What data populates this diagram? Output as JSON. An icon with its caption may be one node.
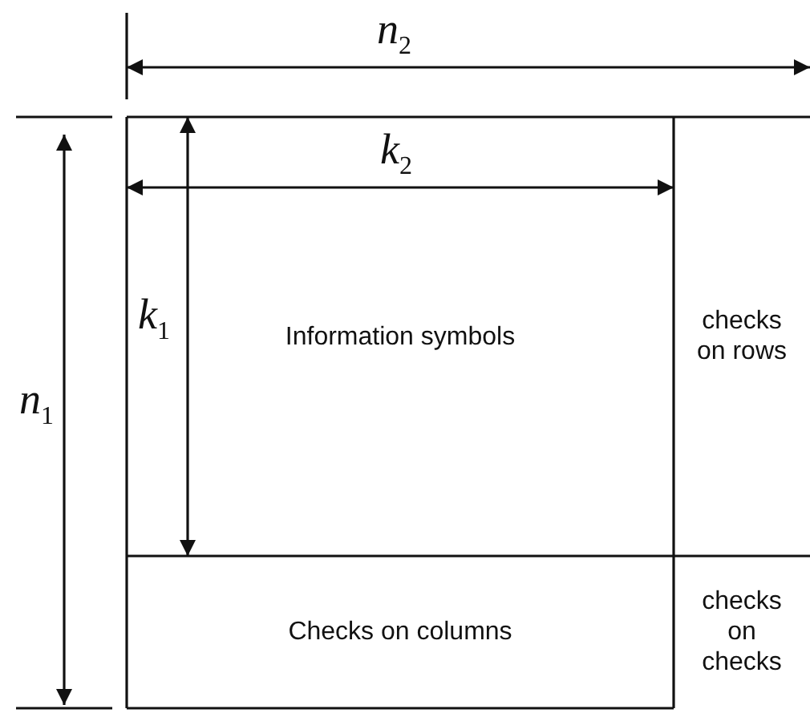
{
  "diagram": {
    "nodes": [
      {
        "text": [
          "Information symbols"
        ]
      },
      {
        "text": [
          "checks on rows"
        ]
      },
      {
        "text": [
          "Checks on columns"
        ]
      },
      {
        "text": [
          "checks on checks"
        ]
      }
    ],
    "edges": [],
    "labels": [
      "n$_{2}$",
      "k$_{2}$",
      "k$_{1}$",
      "n$_{1}$"
    ]
  }
}
